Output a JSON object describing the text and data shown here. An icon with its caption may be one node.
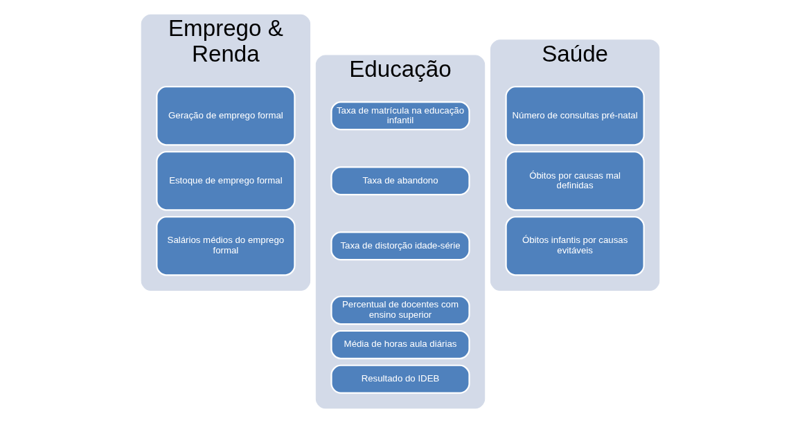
{
  "diagram": {
    "nodes": [
      {
        "text": [
          "Emprego & Renda"
        ]
      },
      {
        "text": [
          "Geração de emprego formal"
        ],
        "in": 0
      },
      {
        "text": [
          "Estoque de emprego formal"
        ],
        "in": 0
      },
      {
        "text": [
          "Salários médios do emprego formal"
        ],
        "in": 0
      },
      {
        "text": [
          "Educação"
        ]
      },
      {
        "text": [
          "Taxa de matrícula na educação infantil"
        ],
        "in": 4
      },
      {
        "text": [
          "Taxa de abandono"
        ],
        "in": 4
      },
      {
        "text": [
          "Taxa de distorção idade-série"
        ],
        "in": 4
      },
      {
        "text": [
          "Percentual de docentes com ensino superior"
        ],
        "in": 4
      },
      {
        "text": [
          "Média de horas aula diárias"
        ],
        "in": 4
      },
      {
        "text": [
          "Resultado do IDEB"
        ],
        "in": 4
      },
      {
        "text": [
          "Saúde"
        ]
      },
      {
        "text": [
          "Número de consultas pré-natal"
        ],
        "in": 11
      },
      {
        "text": [
          "Óbitos por causas mal definidas"
        ],
        "in": 11
      },
      {
        "text": [
          "Óbitos infantis por causas evitáveis"
        ],
        "in": 11
      }
    ]
  }
}
